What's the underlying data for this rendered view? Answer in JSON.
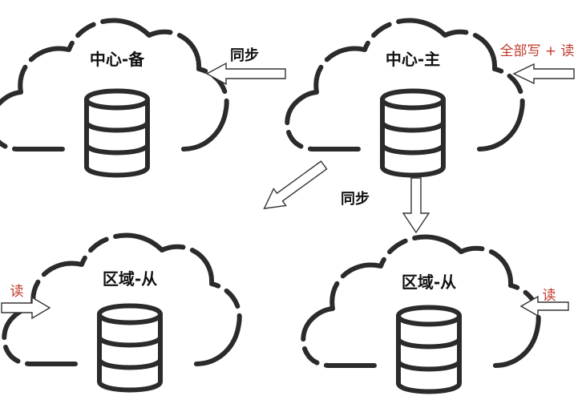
{
  "nodes": {
    "center_backup": {
      "label": "中心-备"
    },
    "center_primary": {
      "label": "中心-主"
    },
    "region_replica_left": {
      "label": "区域-从"
    },
    "region_replica_right": {
      "label": "区域-从"
    }
  },
  "labels": {
    "sync_top": "同步",
    "sync_middle": "同步",
    "primary_access": "全部写 + 读",
    "left_access": "读",
    "right_access": "读"
  },
  "colors": {
    "outline": "#2b2b2b",
    "access_text": "#c0392b",
    "label_text": "#111111"
  }
}
